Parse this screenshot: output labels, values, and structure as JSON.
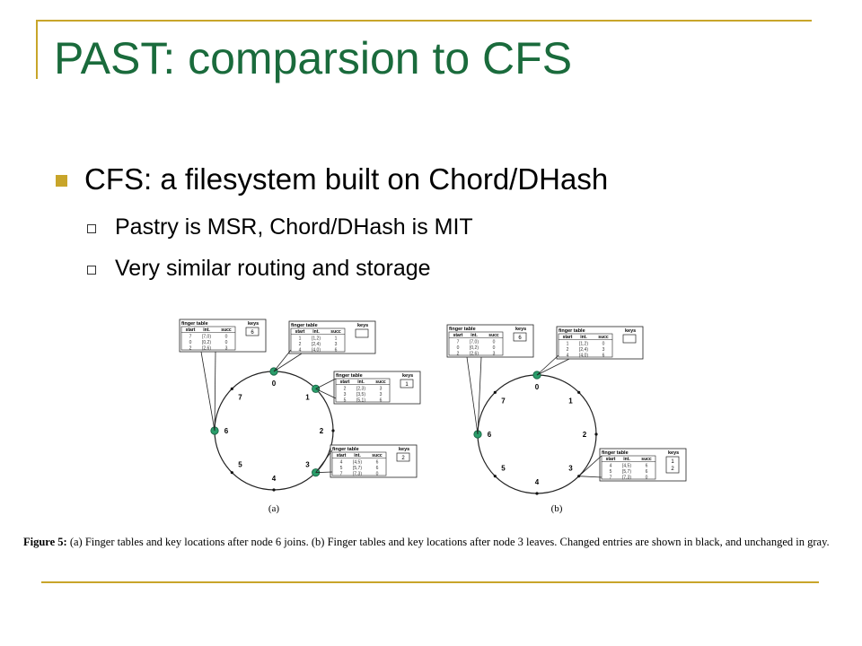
{
  "slide": {
    "title": "PAST: comparsion to CFS",
    "bullets": [
      {
        "text": "CFS: a filesystem built on Chord/DHash",
        "sub": [
          "Pastry is MSR, Chord/DHash is MIT",
          "Very similar routing and storage"
        ]
      }
    ]
  },
  "colors": {
    "title": "#1a6b3c",
    "accent": "#c8a52a",
    "node": "#2a9d6a"
  },
  "figure": {
    "labels": [
      "(a)",
      "(b)"
    ],
    "node_labels": [
      "0",
      "1",
      "2",
      "3",
      "4",
      "5",
      "6",
      "7"
    ],
    "table_headers": {
      "title": "finger table",
      "keys": "keys",
      "cols": [
        "start",
        "int.",
        "succ"
      ]
    },
    "a": {
      "tables": [
        {
          "node": "6",
          "keys": "6",
          "rows": [
            [
              "7",
              "[7,0)",
              "0"
            ],
            [
              "0",
              "[0,2)",
              "0"
            ],
            [
              "2",
              "[2,6)",
              "3"
            ]
          ]
        },
        {
          "node": "0",
          "keys": "",
          "rows": [
            [
              "1",
              "[1,2)",
              "1"
            ],
            [
              "2",
              "[2,4)",
              "3"
            ],
            [
              "4",
              "[4,0)",
              "6"
            ]
          ]
        },
        {
          "node": "1",
          "keys": "1",
          "rows": [
            [
              "2",
              "[2,3)",
              "3"
            ],
            [
              "3",
              "[3,5)",
              "3"
            ],
            [
              "5",
              "[5,1)",
              "6"
            ]
          ]
        },
        {
          "node": "3",
          "keys": "2",
          "rows": [
            [
              "4",
              "[4,5)",
              "6"
            ],
            [
              "5",
              "[5,7)",
              "6"
            ],
            [
              "7",
              "[7,3)",
              "0"
            ]
          ]
        }
      ]
    },
    "b": {
      "tables": [
        {
          "node": "6",
          "keys": "6",
          "rows": [
            [
              "7",
              "[7,0)",
              "0"
            ],
            [
              "0",
              "[0,2)",
              "0"
            ],
            [
              "2",
              "[2,6)",
              "3"
            ]
          ]
        },
        {
          "node": "0",
          "keys": "",
          "rows": [
            [
              "1",
              "[1,2)",
              "0"
            ],
            [
              "2",
              "[2,4)",
              "3"
            ],
            [
              "4",
              "[4,0)",
              "6"
            ]
          ]
        },
        {
          "node": "3",
          "keys": "1\n2",
          "rows": [
            [
              "4",
              "[4,5)",
              "6"
            ],
            [
              "5",
              "[5,7)",
              "6"
            ],
            [
              "7",
              "[7,3)",
              "0"
            ]
          ]
        }
      ]
    },
    "caption_label": "Figure 5:",
    "caption_text": "(a) Finger tables and key locations after node 6 joins. (b) Finger tables and key locations after node 3 leaves. Changed entries are shown in black, and unchanged in gray."
  }
}
